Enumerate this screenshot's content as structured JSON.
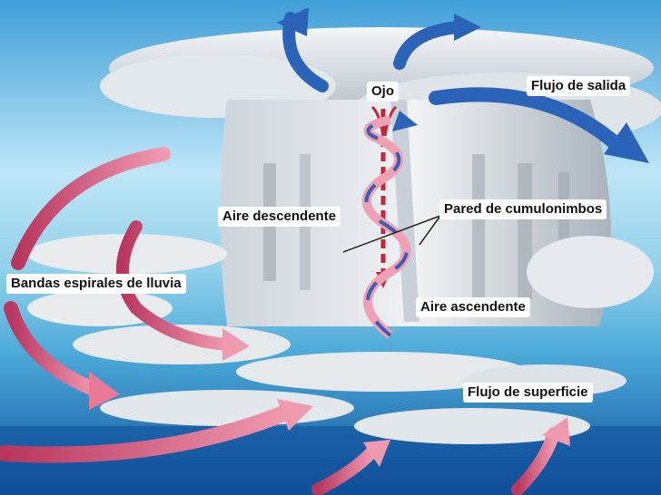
{
  "labels": {
    "eye": "Ojo",
    "outflow": "Flujo de salida",
    "descending_air": "Aire descendente",
    "eyewall": "Pared de cumulonimbos",
    "rain_bands": "Bandas espirales de lluvia",
    "ascending_air": "Aire ascendente",
    "surface_flow": "Flujo de superficie"
  },
  "colors": {
    "sky_top": "#3f9fd8",
    "sky_mid": "#bfe6f7",
    "sea_top": "#6fc3e3",
    "sea_bottom": "#0f4f9a",
    "outflow_arrow": "#2a63b8",
    "inflow_arrow": "#c8466e",
    "descending_arrow": "#c0283a",
    "cloud": "#e9ecef"
  }
}
